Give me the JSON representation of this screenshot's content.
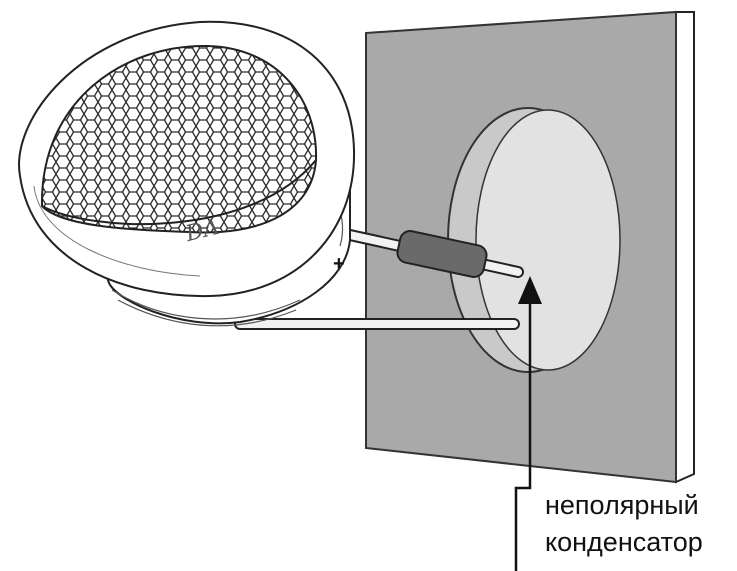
{
  "callout": {
    "line1": "неполярный",
    "line2": "конденсатор"
  },
  "polarity": {
    "plus_sign": "+"
  },
  "speaker": {
    "logo": "DΛ"
  },
  "colors": {
    "panel": "#a9a9a9",
    "panel_edge": "#6f6f6f",
    "hole_inner": "#e2e2e2",
    "hole_rim": "#c9c9c9",
    "capacitor": "#6a6a6a",
    "wire": "#f2f2f2",
    "outline": "#222222"
  }
}
